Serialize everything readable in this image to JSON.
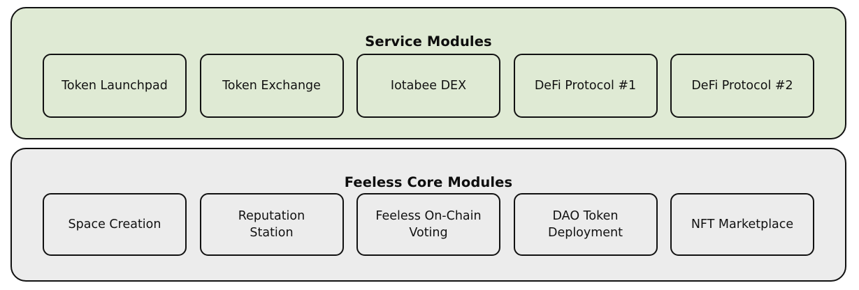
{
  "diagram": {
    "type": "layered-block-diagram",
    "background_color": "#ffffff",
    "layers": [
      {
        "id": "service-modules",
        "title": "Service Modules",
        "fill_color": "#dfead4",
        "border_color": "#111111",
        "modules": [
          {
            "label": "Token Launchpad"
          },
          {
            "label": "Token Exchange"
          },
          {
            "label": "Iotabee DEX"
          },
          {
            "label": "DeFi Protocol #1"
          },
          {
            "label": "DeFi Protocol #2"
          }
        ]
      },
      {
        "id": "feeless-core-modules",
        "title": "Feeless Core Modules",
        "fill_color": "#ececec",
        "border_color": "#111111",
        "modules": [
          {
            "label": "Space Creation"
          },
          {
            "label": "Reputation\nStation"
          },
          {
            "label": "Feeless On-Chain\nVoting"
          },
          {
            "label": "DAO Token\nDeployment"
          },
          {
            "label": "NFT Marketplace"
          }
        ]
      }
    ]
  }
}
